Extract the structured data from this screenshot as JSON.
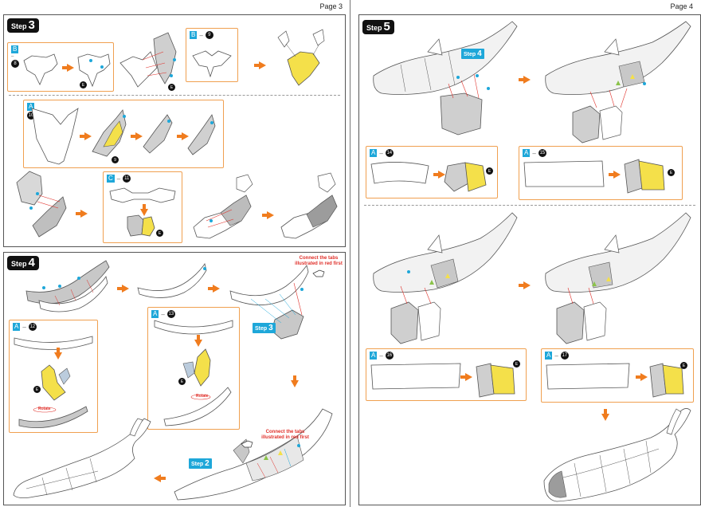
{
  "pages": [
    {
      "number_label": "Page 3"
    },
    {
      "number_label": "Page 4"
    }
  ],
  "step3": {
    "step_word": "Step",
    "step_number": "3",
    "part_b8": {
      "code": "B",
      "dash": "–",
      "num": "8"
    },
    "part_b9": {
      "code": "B",
      "dash": "–",
      "num": "9"
    },
    "part_a10": {
      "code": "A",
      "dash": "–",
      "num": "10"
    },
    "part_c11": {
      "code": "C",
      "dash": "–",
      "num": "11"
    },
    "marks": [
      "8",
      "E",
      "9",
      "E",
      "E"
    ]
  },
  "step4": {
    "step_word": "Step",
    "step_number": "4",
    "part_a12": {
      "code": "A",
      "dash": "–",
      "num": "12"
    },
    "part_a13": {
      "code": "A",
      "dash": "–",
      "num": "13"
    },
    "rotate_label": "Rotate",
    "note_text": "Connect the tabs illustrated in red first",
    "ref_step3": {
      "word": "Step",
      "num": "3"
    },
    "ref_step2": {
      "word": "Step",
      "num": "2"
    },
    "marks": [
      "E",
      "E"
    ]
  },
  "step5": {
    "step_word": "Step",
    "step_number": "5",
    "ref_step4": {
      "word": "Step",
      "num": "4"
    },
    "part_a14": {
      "code": "A",
      "dash": "–",
      "num": "14"
    },
    "part_a15": {
      "code": "A",
      "dash": "–",
      "num": "15"
    },
    "part_a16": {
      "code": "A",
      "dash": "–",
      "num": "16"
    },
    "part_a17": {
      "code": "A",
      "dash": "–",
      "num": "17"
    },
    "marks": [
      "E",
      "E",
      "E",
      "E"
    ]
  },
  "colors": {
    "accent_orange": "#f07c1e",
    "tab_blue": "#1ea7d9",
    "highlight_yellow": "#f4e04a",
    "note_red": "#e0302a",
    "panel_border": "#555555",
    "sub_border": "#f0a050"
  },
  "icons": [
    "arrow-right-icon",
    "arrow-left-icon",
    "arrow-down-icon",
    "pointing-hand-icon"
  ]
}
